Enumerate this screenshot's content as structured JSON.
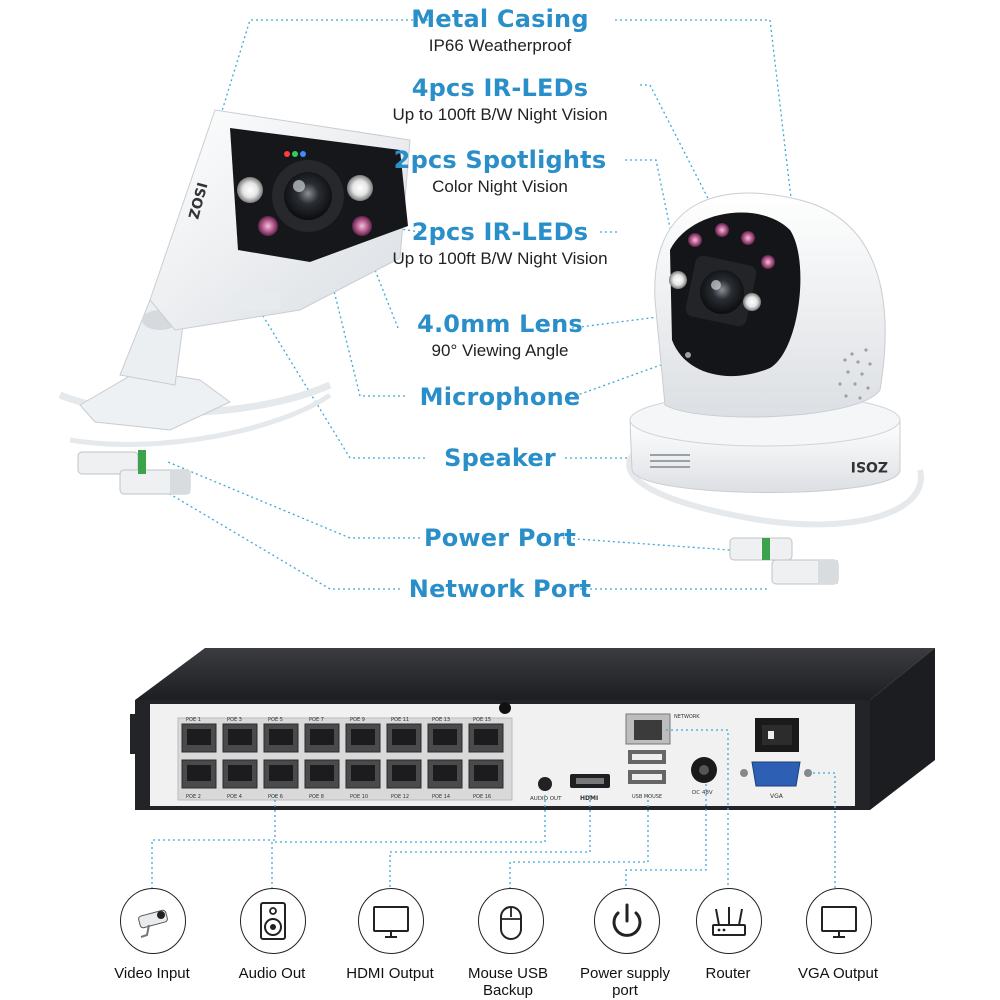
{
  "colors": {
    "accent": "#2a8fc9",
    "leader": "#3ea7d8",
    "nvr_body": "#2b2b2f",
    "nvr_panel": "#f2f2f2"
  },
  "features": [
    {
      "title": "Metal Casing",
      "subtitle": "IP66 Weatherproof"
    },
    {
      "title": "4pcs IR-LEDs",
      "subtitle": "Up to 100ft B/W Night Vision"
    },
    {
      "title": "2pcs Spotlights",
      "subtitle": "Color Night Vision"
    },
    {
      "title": "2pcs IR-LEDs",
      "subtitle": "Up to 100ft B/W Night Vision"
    },
    {
      "title": "4.0mm Lens",
      "subtitle": "90° Viewing Angle"
    },
    {
      "title": "Microphone",
      "subtitle": ""
    },
    {
      "title": "Speaker",
      "subtitle": ""
    },
    {
      "title": "Power Port",
      "subtitle": ""
    },
    {
      "title": "Network Port",
      "subtitle": ""
    }
  ],
  "brand": {
    "bullet": "ZOSI",
    "dome": "ZOSI"
  },
  "nvr": {
    "poe_top": [
      "POE 1",
      "POE 3",
      "POE 5",
      "POE 7",
      "POE 9",
      "POE 11",
      "POE 13",
      "POE 15"
    ],
    "poe_bottom": [
      "POE 2",
      "POE 4",
      "POE 6",
      "POE 8",
      "POE 10",
      "POE 12",
      "POE 14",
      "POE 16"
    ],
    "audio_out": "AUDIO OUT",
    "hdmi": "HDMI",
    "network": "NETWORK",
    "usb": "USB MOUSE",
    "dc": "DC 48V",
    "vga": "VGA"
  },
  "ports": [
    {
      "label": "Video Input",
      "icon": "camera-icon"
    },
    {
      "label": "Audio Out",
      "icon": "speaker-icon"
    },
    {
      "label": "HDMI Output",
      "icon": "monitor-icon"
    },
    {
      "label": "Mouse USB Backup",
      "icon": "mouse-icon"
    },
    {
      "label": "Power supply port",
      "icon": "power-icon"
    },
    {
      "label": "Router",
      "icon": "router-icon"
    },
    {
      "label": "VGA Output",
      "icon": "monitor-icon"
    }
  ]
}
